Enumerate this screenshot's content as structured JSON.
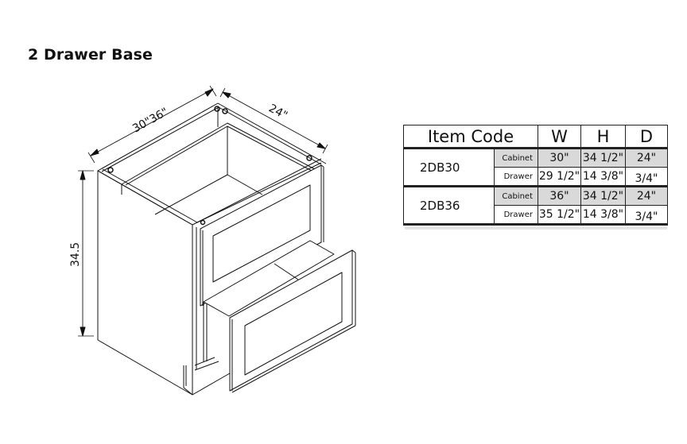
{
  "title": "2 Drawer Base",
  "drawing": {
    "width_label": "30\"36\"",
    "depth_label": "24\"",
    "height_label": "34.5"
  },
  "table": {
    "headers": [
      "Item Code",
      "W",
      "H",
      "D"
    ],
    "rows": [
      {
        "code": "2DB30",
        "cabinet": {
          "label": "Cabinet",
          "w": "30\"",
          "h": "34 1/2\"",
          "d": "24\""
        },
        "drawer": {
          "label": "Drawer",
          "w": "29 1/2\"",
          "h": "14 3/8\"",
          "d": "3/4\""
        }
      },
      {
        "code": "2DB36",
        "cabinet": {
          "label": "Cabinet",
          "w": "36\"",
          "h": "34 1/2\"",
          "d": "24\""
        },
        "drawer": {
          "label": "Drawer",
          "w": "35 1/2\"",
          "h": "14 3/8\"",
          "d": "3/4\""
        }
      }
    ],
    "shade_color": "#d9d9d9"
  }
}
